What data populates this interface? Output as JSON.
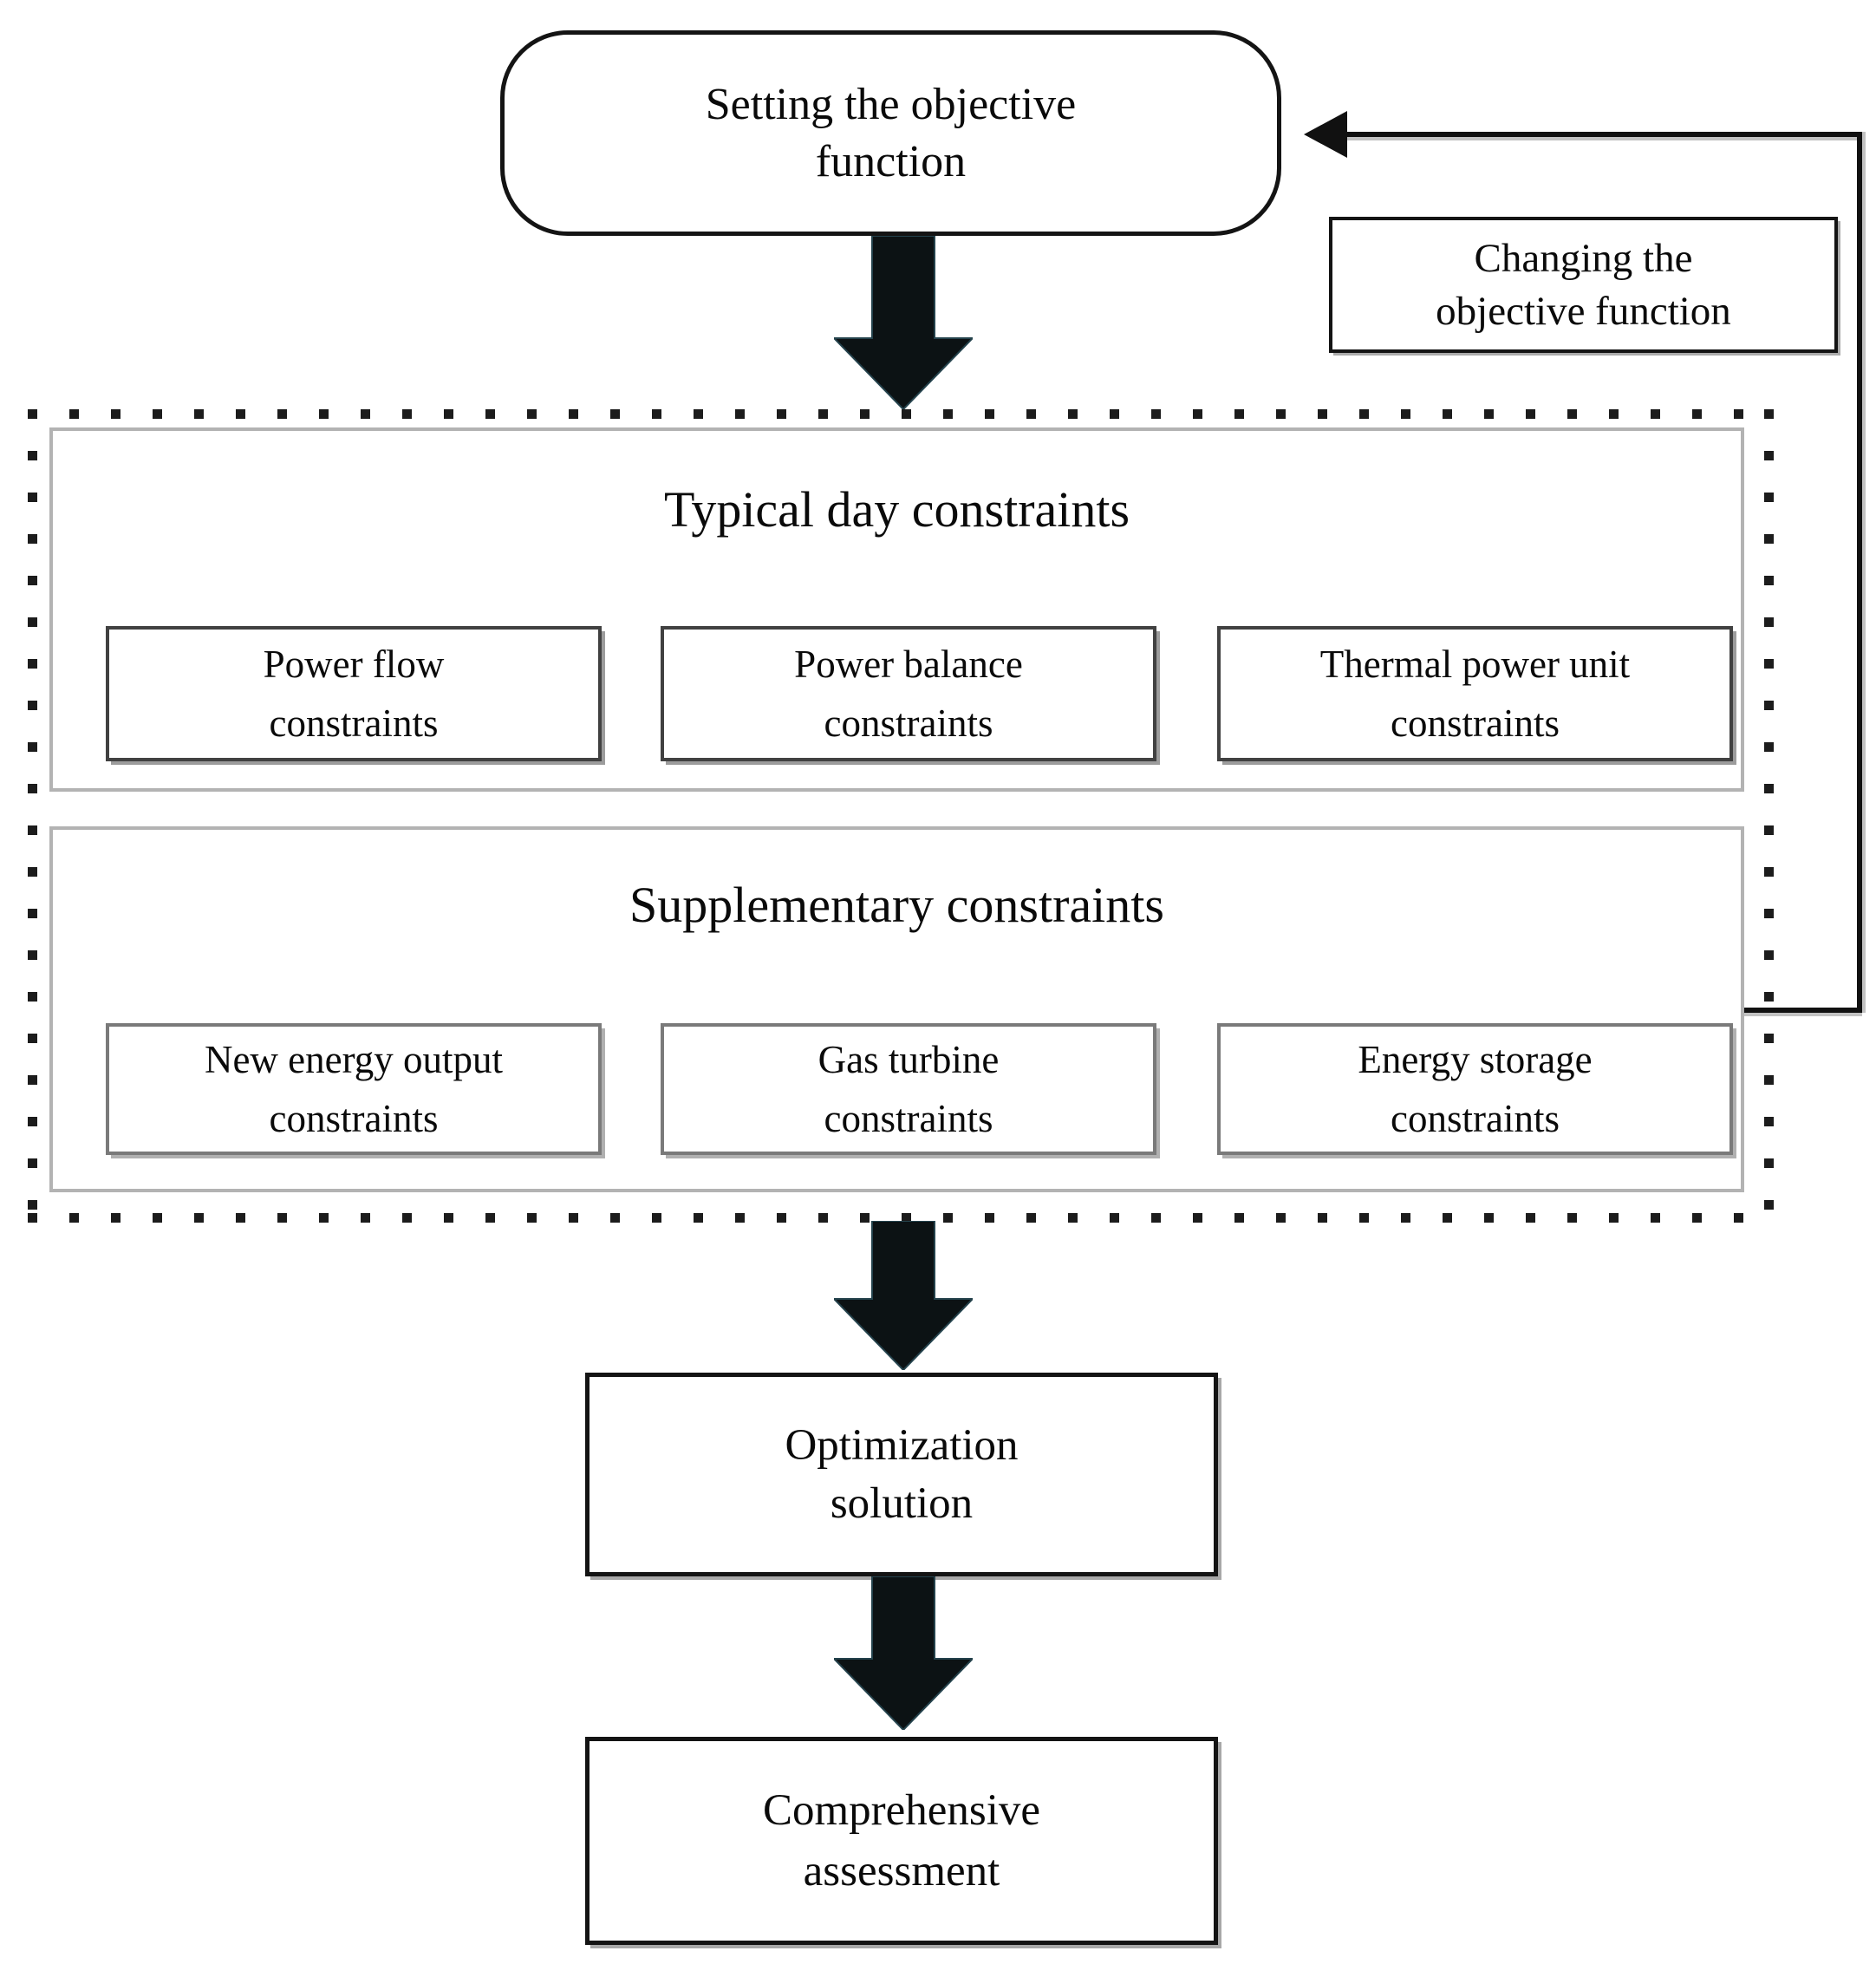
{
  "colors": {
    "line_color": "#111111",
    "section_border": "#b3b3b3",
    "typical_box_border": "#414141",
    "supplementary_box_border": "#7a7a7a",
    "node_border": "#141414",
    "text_color": "#0a0a0a"
  },
  "flowchart": {
    "start_node": {
      "label": "Setting the objective\nfunction"
    },
    "feedback_node": {
      "label": "Changing the\nobjective function"
    },
    "constraints_group": {
      "typical": {
        "title": "Typical day constraints",
        "items": [
          {
            "label": "Power flow\nconstraints"
          },
          {
            "label": "Power balance\nconstraints"
          },
          {
            "label": "Thermal power unit\nconstraints"
          }
        ]
      },
      "supplementary": {
        "title": "Supplementary constraints",
        "items": [
          {
            "label": "New energy output\nconstraints"
          },
          {
            "label": "Gas turbine\nconstraints"
          },
          {
            "label": "Energy storage\nconstraints"
          }
        ]
      }
    },
    "optimization_node": {
      "label": "Optimization\nsolution"
    },
    "assessment_node": {
      "label": "Comprehensive\nassessment"
    }
  }
}
